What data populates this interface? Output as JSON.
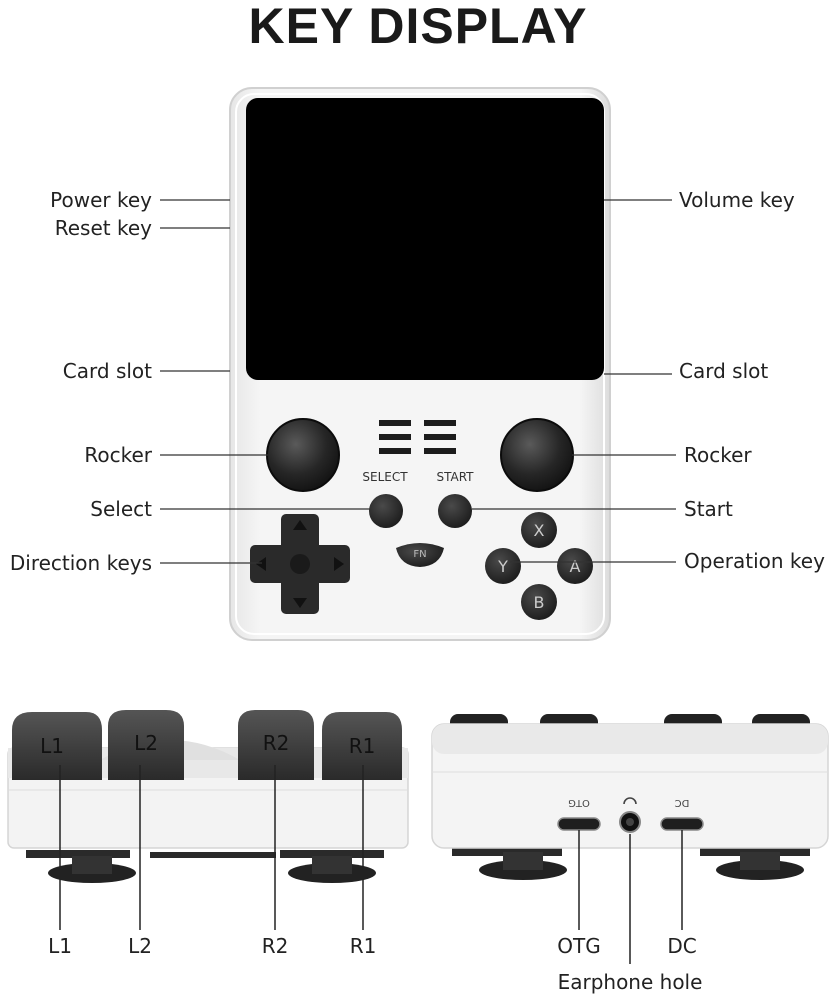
{
  "title": "KEY DISPLAY",
  "front": {
    "left_labels": {
      "power": "Power key",
      "reset": "Reset key",
      "card_slot": "Card slot",
      "rocker": "Rocker",
      "select": "Select",
      "direction": "Direction keys"
    },
    "right_labels": {
      "volume": "Volume key",
      "card_slot": "Card slot",
      "rocker": "Rocker",
      "start": "Start",
      "operation": "Operation key"
    },
    "device_text": {
      "select": "SELECT",
      "start": "START",
      "fn": "FN",
      "x": "X",
      "y": "Y",
      "a": "A",
      "b": "B"
    }
  },
  "top_view": {
    "caps": {
      "l1": "L1",
      "l2": "L2",
      "r2": "R2",
      "r1": "R1"
    },
    "labels": {
      "l1": "L1",
      "l2": "L2",
      "r2": "R2",
      "r1": "R1"
    }
  },
  "bottom_view": {
    "port_text": {
      "otg": "OTG",
      "dc": "DC"
    },
    "labels": {
      "otg": "OTG",
      "earphone": "Earphone hole",
      "dc": "DC"
    }
  },
  "colors": {
    "body": "#f2f2f2",
    "body_edge": "#d9d9d9",
    "screen": "#000000",
    "button": "#2b2b2b",
    "text": "#222222"
  }
}
